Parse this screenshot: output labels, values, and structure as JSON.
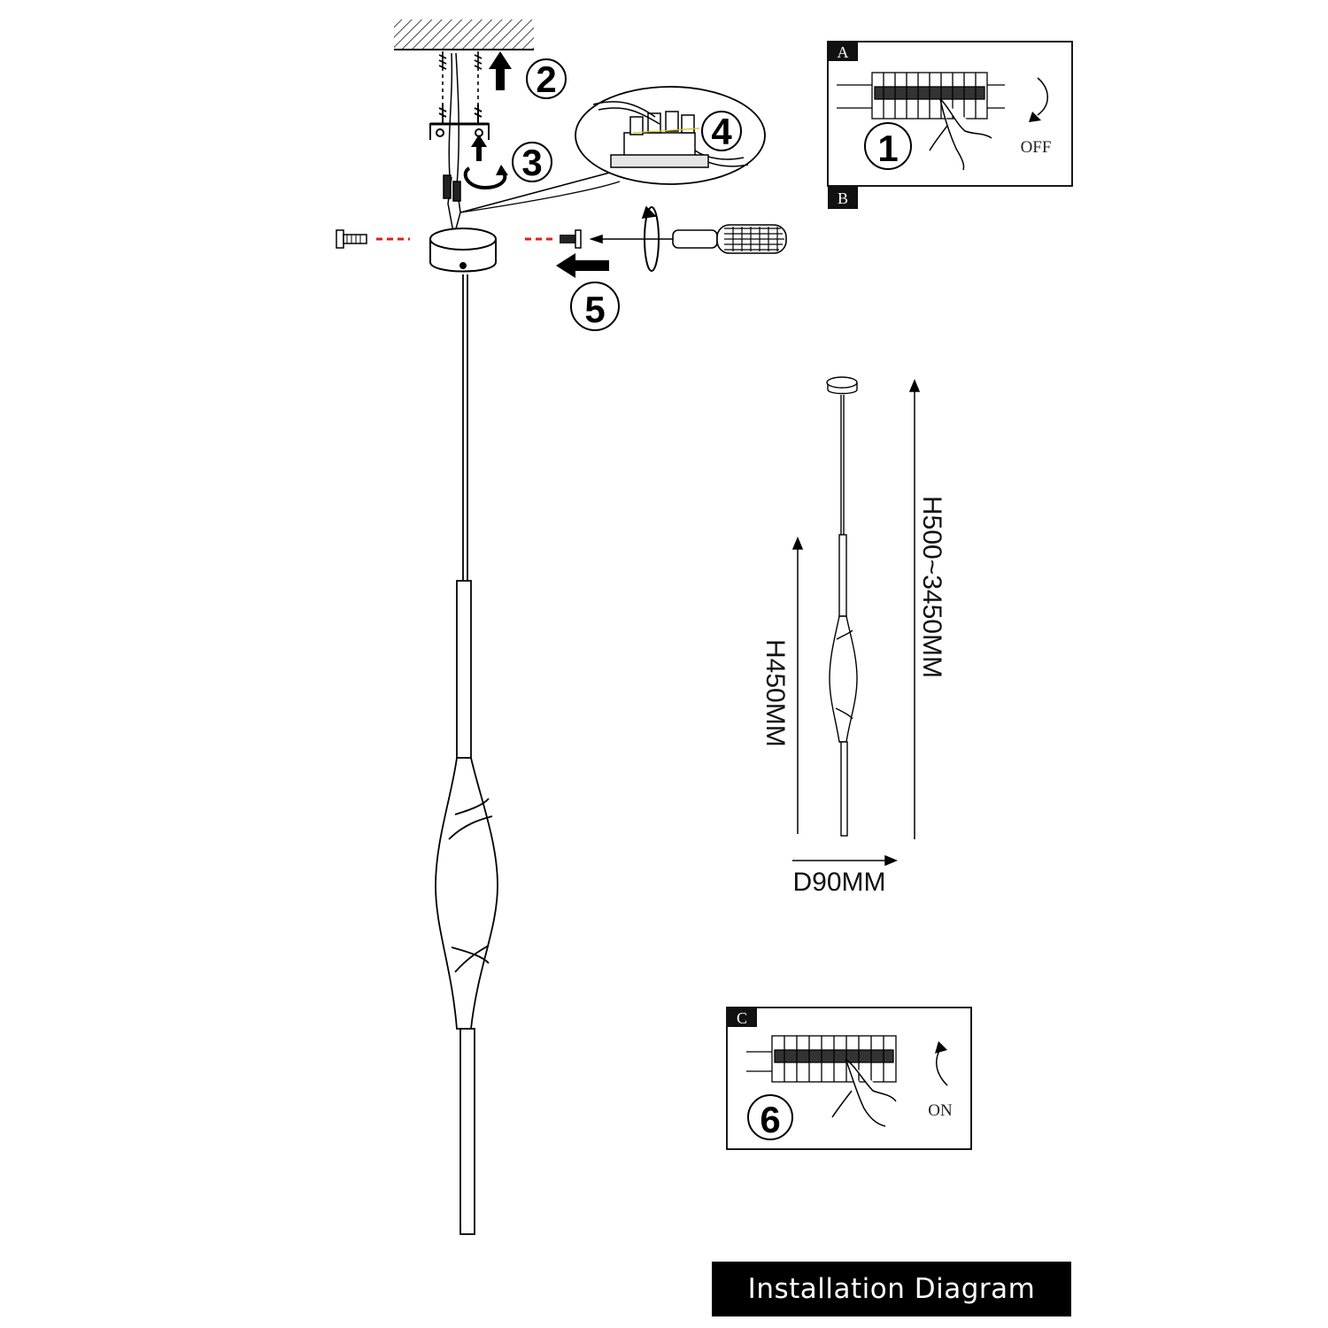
{
  "steps": {
    "s1": "1",
    "s2": "2",
    "s3": "3",
    "s4": "4",
    "s5": "5",
    "s6": "6"
  },
  "panels": {
    "a_letter": "A",
    "b_letter": "B",
    "c_letter": "C",
    "off_label": "OFF",
    "on_label": "ON"
  },
  "dimensions": {
    "total_height": "H500~3450MM",
    "body_height": "H450MM",
    "diameter": "D90MM"
  },
  "title": "Installation Diagram",
  "colors": {
    "line": "#000000",
    "hatch": "#555555",
    "dash_red": "#e0201c",
    "title_bg": "#000000",
    "title_fg": "#ffffff"
  }
}
